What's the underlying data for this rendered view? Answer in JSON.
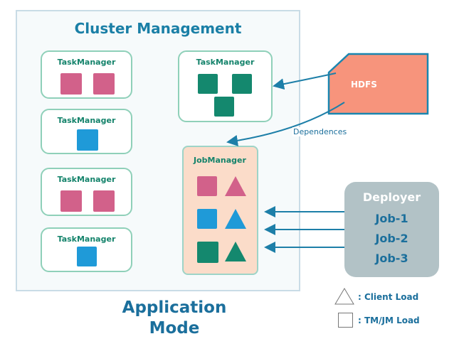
{
  "cluster": {
    "title": "Cluster Management"
  },
  "task_managers": [
    {
      "label": "TaskManager"
    },
    {
      "label": "TaskManager"
    },
    {
      "label": "TaskManager"
    },
    {
      "label": "TaskManager"
    },
    {
      "label": "TaskManager"
    }
  ],
  "hdfs": {
    "label": "HDFS"
  },
  "dependences_label": "Dependences",
  "job_manager": {
    "label": "JobManager"
  },
  "deployer": {
    "title": "Deployer",
    "jobs": [
      "Job-1",
      "Job-2",
      "Job-3"
    ]
  },
  "mode_title": {
    "line1": "Application",
    "line2": "Mode"
  },
  "legend": {
    "client_load": ": Client Load",
    "tm_jm_load": ": TM/JM Load"
  },
  "colors": {
    "pink": "#d2618a",
    "green": "#14886e",
    "blue": "#1f9ad8",
    "hdfs": "#f7947c",
    "arrow": "#1d7fa8"
  }
}
